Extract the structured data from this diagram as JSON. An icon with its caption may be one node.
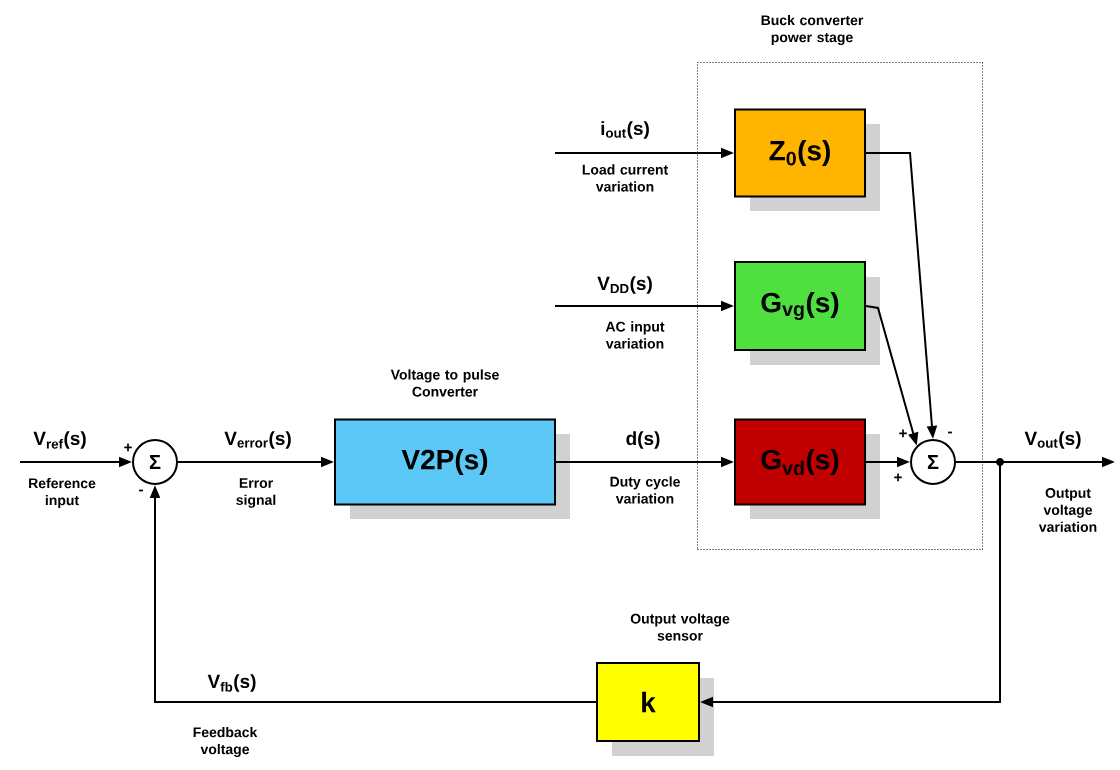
{
  "diagram": {
    "nodes": [
      {
        "text": [
          "Buck converter power stage"
        ]
      },
      {
        "text": [
          "Σ"
        ]
      },
      {
        "text": [
          "V2P(s)"
        ],
        "beside": [
          "Voltage to pulse Converter"
        ]
      },
      {
        "text": [
          "Z$_{0}$(s)"
        ],
        "in": 0
      },
      {
        "text": [
          "G$_{vg}$(s)"
        ],
        "in": 0
      },
      {
        "text": [
          "G$_{vd}$(s)"
        ],
        "in": 0
      },
      {
        "text": [
          "Σ"
        ],
        "in": 0
      },
      {
        "text": [
          "k"
        ],
        "beside": [
          "Output voltage sensor"
        ]
      }
    ],
    "edges": [
      {
        "from": null,
        "to": 1,
        "arrow": "to",
        "label": "V$_{ref}$(s)"
      },
      {
        "from": 1,
        "to": 2,
        "arrow": "to",
        "label": "V$_{error}$(s)"
      },
      {
        "from": 2,
        "to": 5,
        "arrow": "to",
        "label": "d(s)"
      },
      {
        "from": null,
        "to": 3,
        "arrow": "to",
        "label": "i$_{out}$(s)"
      },
      {
        "from": null,
        "to": 4,
        "arrow": "to",
        "label": "V$_{DD}$(s)"
      },
      {
        "from": 3,
        "to": 6,
        "arrow": "to"
      },
      {
        "from": 4,
        "to": 6,
        "arrow": "to"
      },
      {
        "from": 5,
        "to": 6,
        "arrow": "to"
      },
      {
        "from": 6,
        "to": null,
        "arrow": "to",
        "label": "V$_{out}$(s)"
      },
      {
        "from": 6,
        "to": 7,
        "arrow": "to"
      },
      {
        "from": 7,
        "to": 1,
        "arrow": "to",
        "label": "V$_{fb}$(s)"
      }
    ],
    "labels": [
      "Reference input",
      "+",
      "-",
      "Error signal",
      "Duty cycle variation",
      "Load current variation",
      "AC input variation",
      "+",
      "-",
      "+",
      "Output voltage variation",
      "Feedback voltage"
    ]
  }
}
